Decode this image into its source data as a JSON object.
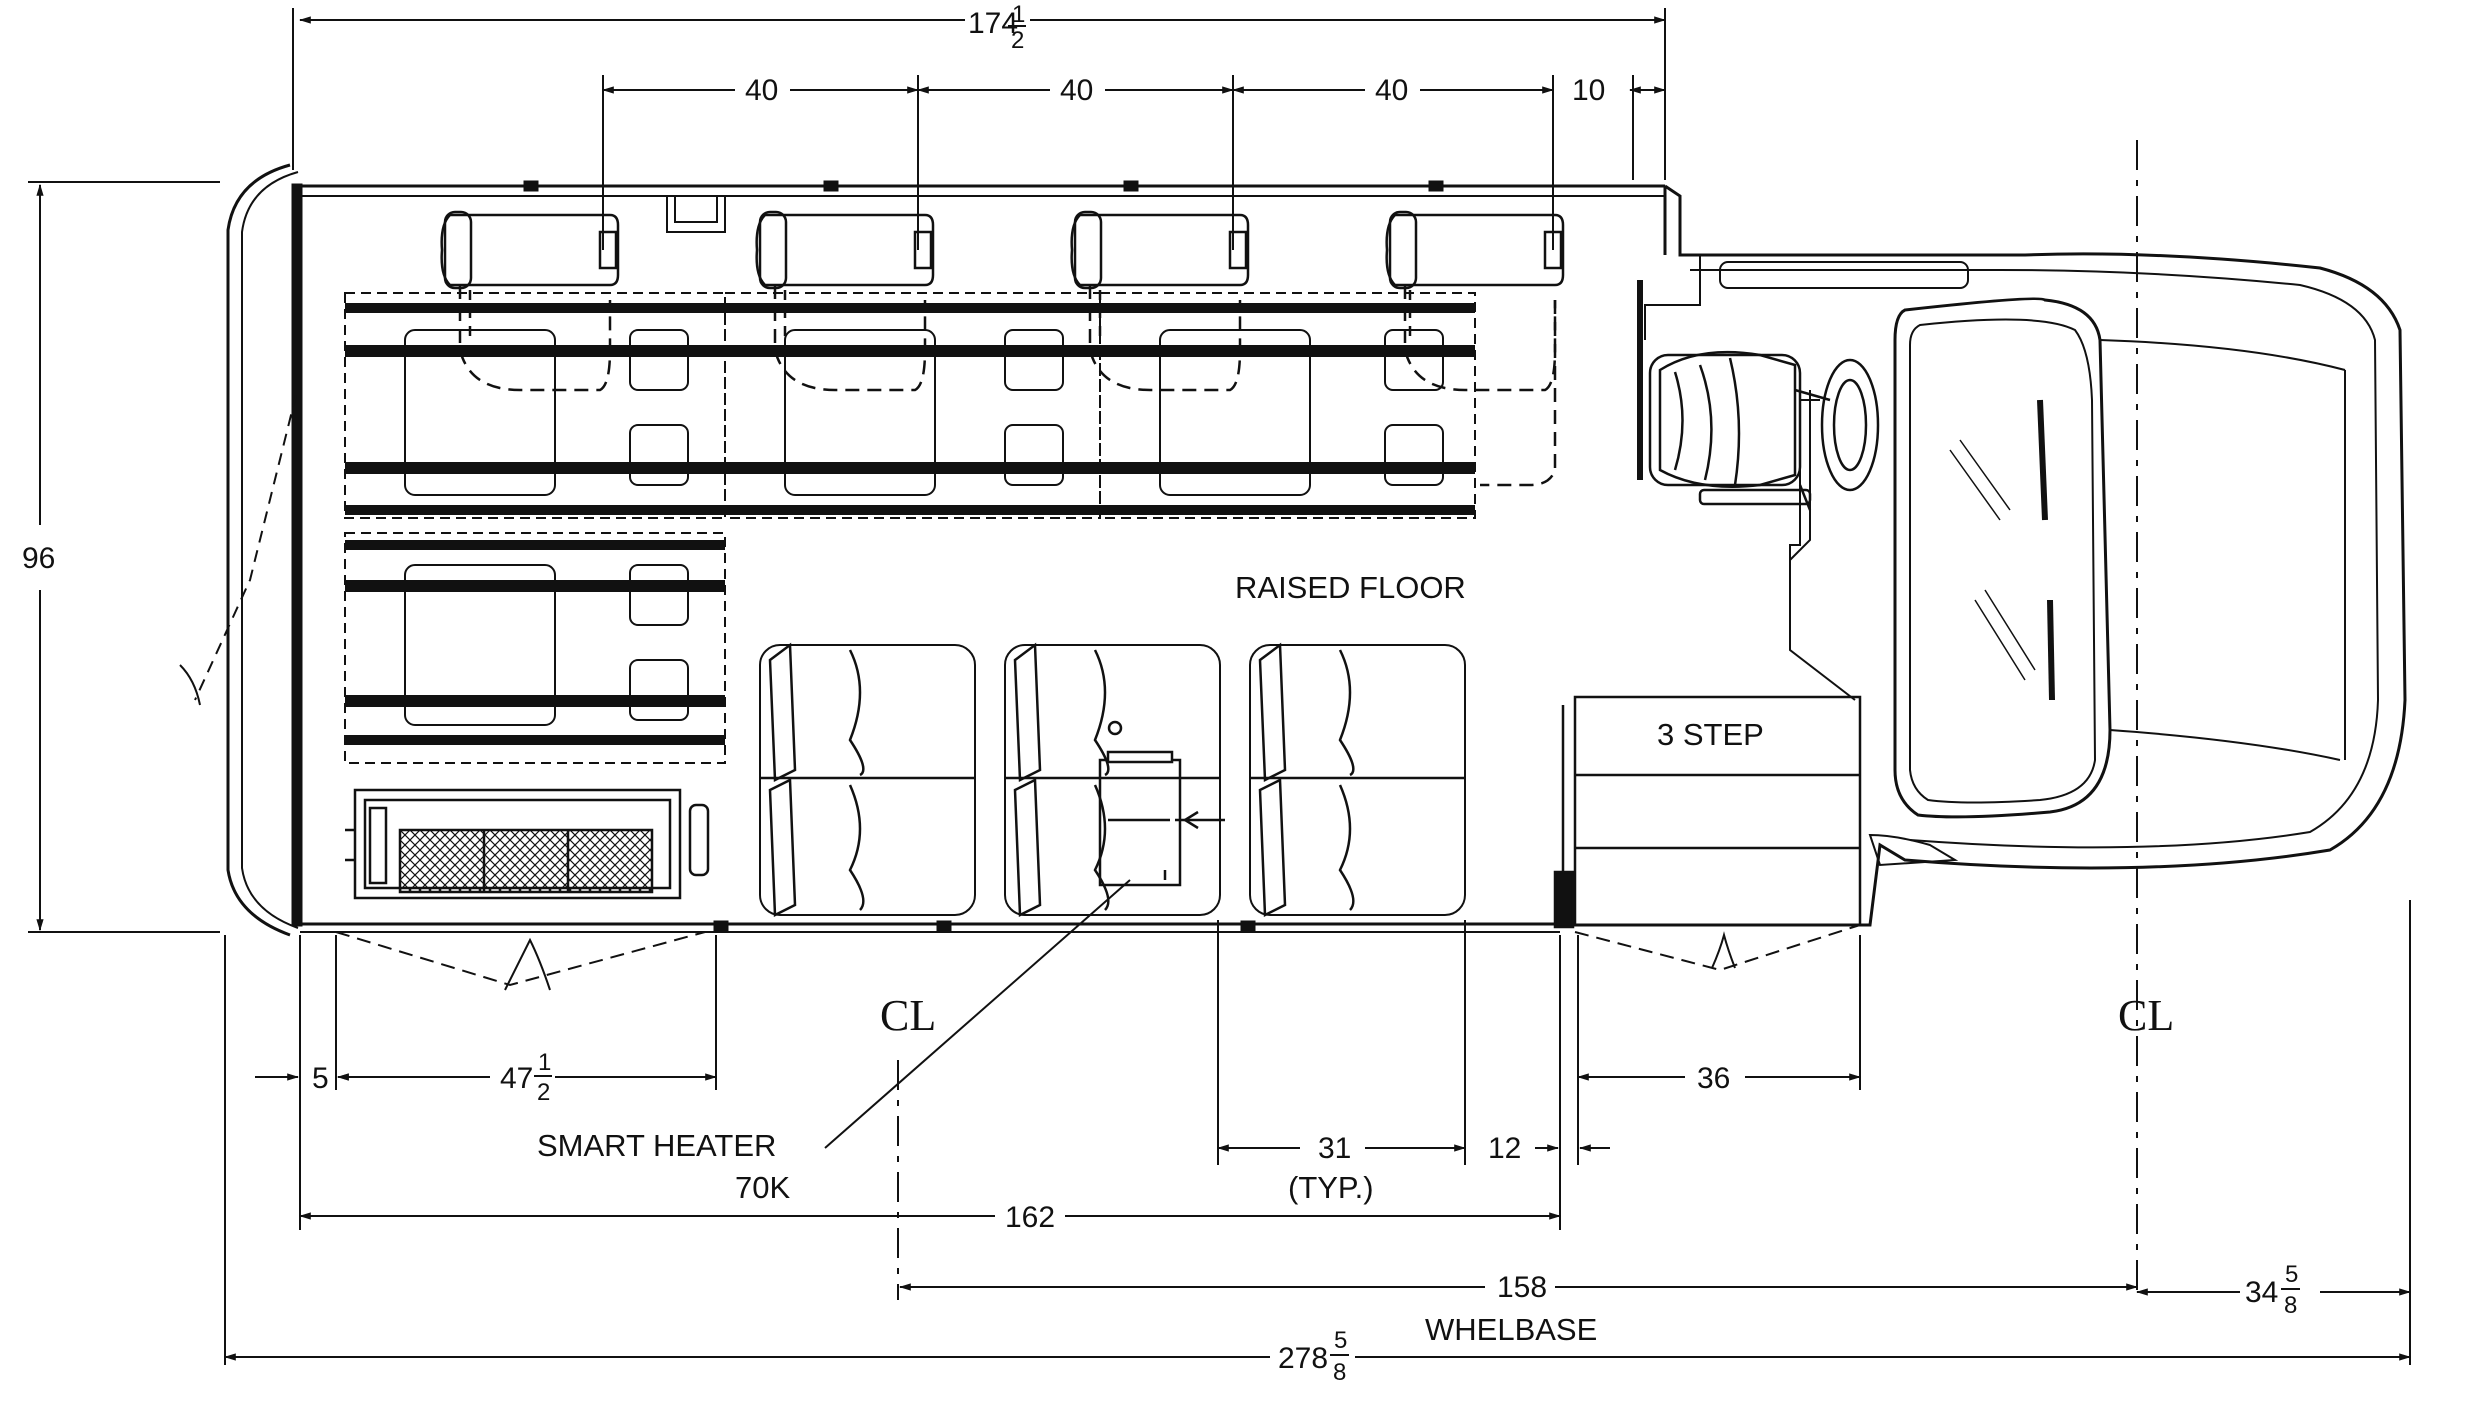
{
  "drawing": {
    "labels": {
      "raised_floor": "RAISED FLOOR",
      "three_step": "3 STEP",
      "smart_heater_line1": "SMART HEATER",
      "smart_heater_line2": "70K",
      "typ": "(TYP.)",
      "wheelbase": "WHELBASE",
      "centerline_symbol": "CL"
    },
    "dimensions": {
      "overall_body_whole": "174",
      "overall_body_num": "1",
      "overall_body_den": "2",
      "seat_pitch_1": "40",
      "seat_pitch_2": "40",
      "seat_pitch_3": "40",
      "front_offset": "10",
      "body_width": "96",
      "left_gap": "5",
      "lift_width_whole": "47",
      "lift_width_num": "1",
      "lift_width_den": "2",
      "seat_depth": "31",
      "door_gap": "12",
      "step_width": "36",
      "floor_length": "162",
      "wheelbase_value": "158",
      "front_overhang_whole": "34",
      "front_overhang_num": "5",
      "front_overhang_den": "8",
      "overall_length_whole": "278",
      "overall_length_num": "5",
      "overall_length_den": "8"
    }
  }
}
